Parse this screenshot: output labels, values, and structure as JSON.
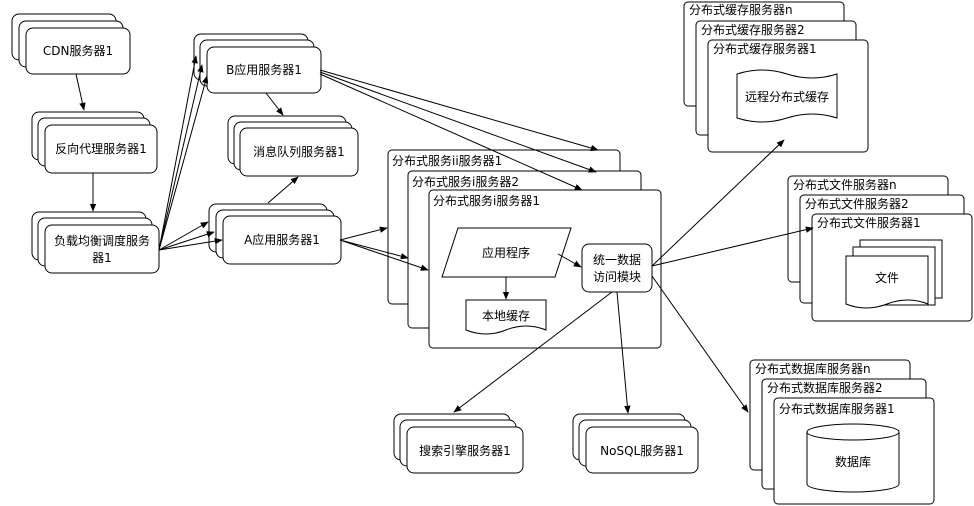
{
  "labels": {
    "cdn": "CDN服务器1",
    "reverse_proxy": "反向代理服务器1",
    "load_balancer_line1": "负载均衡调度服务",
    "load_balancer_line2": "器1",
    "app_b": "B应用服务器1",
    "message_queue": "消息队列服务器1",
    "app_a": "A应用服务器1",
    "dist_service_ii": "分布式服务ii服务器1",
    "dist_service_i_2": "分布式服务i服务器2",
    "dist_service_i_1": "分布式服务i服务器1",
    "application": "应用程序",
    "local_cache": "本地缓存",
    "unified_access_line1": "统一数据",
    "unified_access_line2": "访问模块",
    "cache_n": "分布式缓存服务器n",
    "cache_2": "分布式缓存服务器2",
    "cache_1": "分布式缓存服务器1",
    "remote_cache": "远程分布式缓存",
    "file_n": "分布式文件服务器n",
    "file_2": "分布式文件服务器2",
    "file_1": "分布式文件服务器1",
    "file_doc": "文件",
    "db_n": "分布式数据库服务器n",
    "db_2": "分布式数据库服务器2",
    "db_1": "分布式数据库服务器1",
    "database": "数据库",
    "search": "搜索引擎服务器1",
    "nosql": "NoSQL服务器1"
  }
}
